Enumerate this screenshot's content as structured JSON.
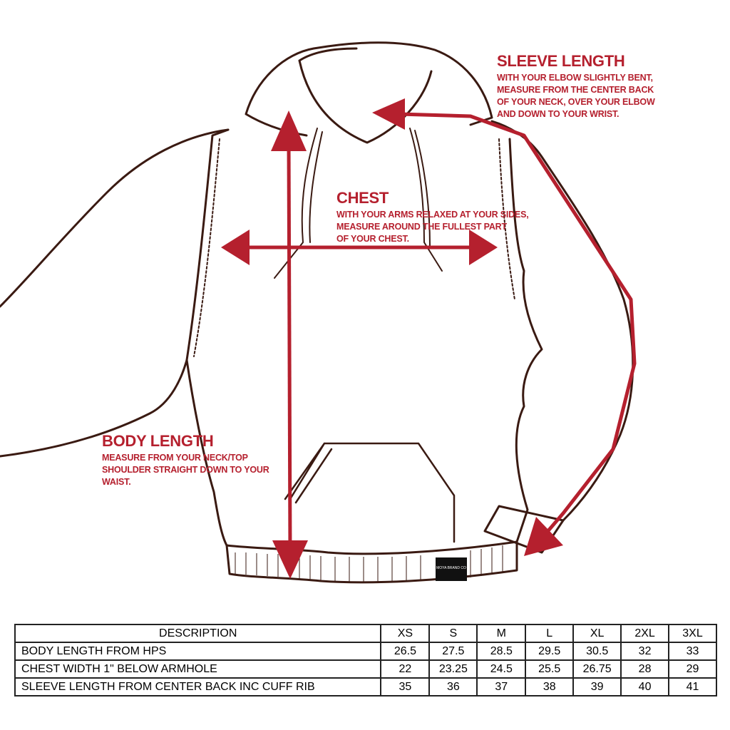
{
  "annotations": {
    "sleeve": {
      "title": "SLEEVE LENGTH",
      "lines": [
        "WITH YOUR ELBOW SLIGHTLY BENT,",
        "MEASURE FROM THE CENTER BACK",
        "OF YOUR NECK, OVER YOUR ELBOW",
        "AND DOWN TO YOUR WRIST."
      ]
    },
    "chest": {
      "title": "CHEST",
      "lines": [
        "WITH YOUR ARMS RELAXED AT YOUR SIDES,",
        "MEASURE AROUND THE FULLEST PART",
        "OF YOUR CHEST."
      ]
    },
    "body": {
      "title": "BODY LENGTH",
      "lines": [
        "MEASURE FROM YOUR NECK/TOP",
        "SHOULDER STRAIGHT DOWN TO YOUR",
        "WAIST."
      ]
    }
  },
  "tag_logo": "MOYA BRAND CO",
  "colors": {
    "accent": "#b5202e",
    "outline": "#3a1a12"
  },
  "table": {
    "headers": [
      "DESCRIPTION",
      "XS",
      "S",
      "M",
      "L",
      "XL",
      "2XL",
      "3XL"
    ],
    "rows": [
      [
        "BODY LENGTH FROM HPS",
        "26.5",
        "27.5",
        "28.5",
        "29.5",
        "30.5",
        "32",
        "33"
      ],
      [
        "CHEST WIDTH 1\" BELOW ARMHOLE",
        "22",
        "23.25",
        "24.5",
        "25.5",
        "26.75",
        "28",
        "29"
      ],
      [
        "SLEEVE LENGTH FROM CENTER BACK INC CUFF RIB",
        "35",
        "36",
        "37",
        "38",
        "39",
        "40",
        "41"
      ]
    ]
  }
}
